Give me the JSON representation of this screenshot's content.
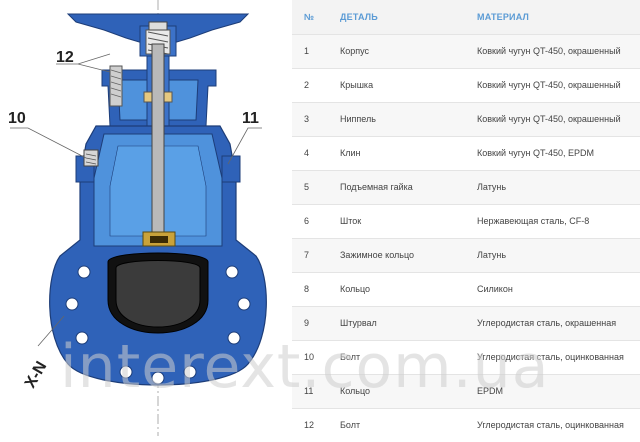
{
  "callouts": {
    "c12": "12",
    "c10": "10",
    "c11": "11",
    "section": "X-N"
  },
  "table": {
    "headers": {
      "num": "№",
      "part": "ДЕТАЛЬ",
      "material": "МАТЕРИАЛ"
    },
    "rows": [
      {
        "num": "1",
        "part": "Корпус",
        "material": "Ковкий чугун QT-450, окрашенный"
      },
      {
        "num": "2",
        "part": "Крышка",
        "material": "Ковкий чугун QT-450, окрашенный"
      },
      {
        "num": "3",
        "part": "Ниппель",
        "material": "Ковкий чугун QT-450, окрашенный"
      },
      {
        "num": "4",
        "part": "Клин",
        "material": "Ковкий чугун QT-450, EPDM"
      },
      {
        "num": "5",
        "part": "Подъемная гайка",
        "material": "Латунь"
      },
      {
        "num": "6",
        "part": "Шток",
        "material": "Нержавеющая сталь, CF-8"
      },
      {
        "num": "7",
        "part": "Зажимное кольцо",
        "material": "Латунь"
      },
      {
        "num": "8",
        "part": "Кольцо",
        "material": "Силикон"
      },
      {
        "num": "9",
        "part": "Штурвал",
        "material": "Углеродистая сталь, окрашенная"
      },
      {
        "num": "10",
        "part": "Болт",
        "material": "Углеродистая сталь, оцинкованная"
      },
      {
        "num": "11",
        "part": "Кольцо",
        "material": "EPDM"
      },
      {
        "num": "12",
        "part": "Болт",
        "material": "Углеродистая сталь, оцинкованная"
      }
    ]
  },
  "watermark": "interext.com.ua",
  "colors": {
    "body_blue": "#2f62b8",
    "inner_blue": "#4f92dc",
    "header_text": "#5b9bd5"
  }
}
